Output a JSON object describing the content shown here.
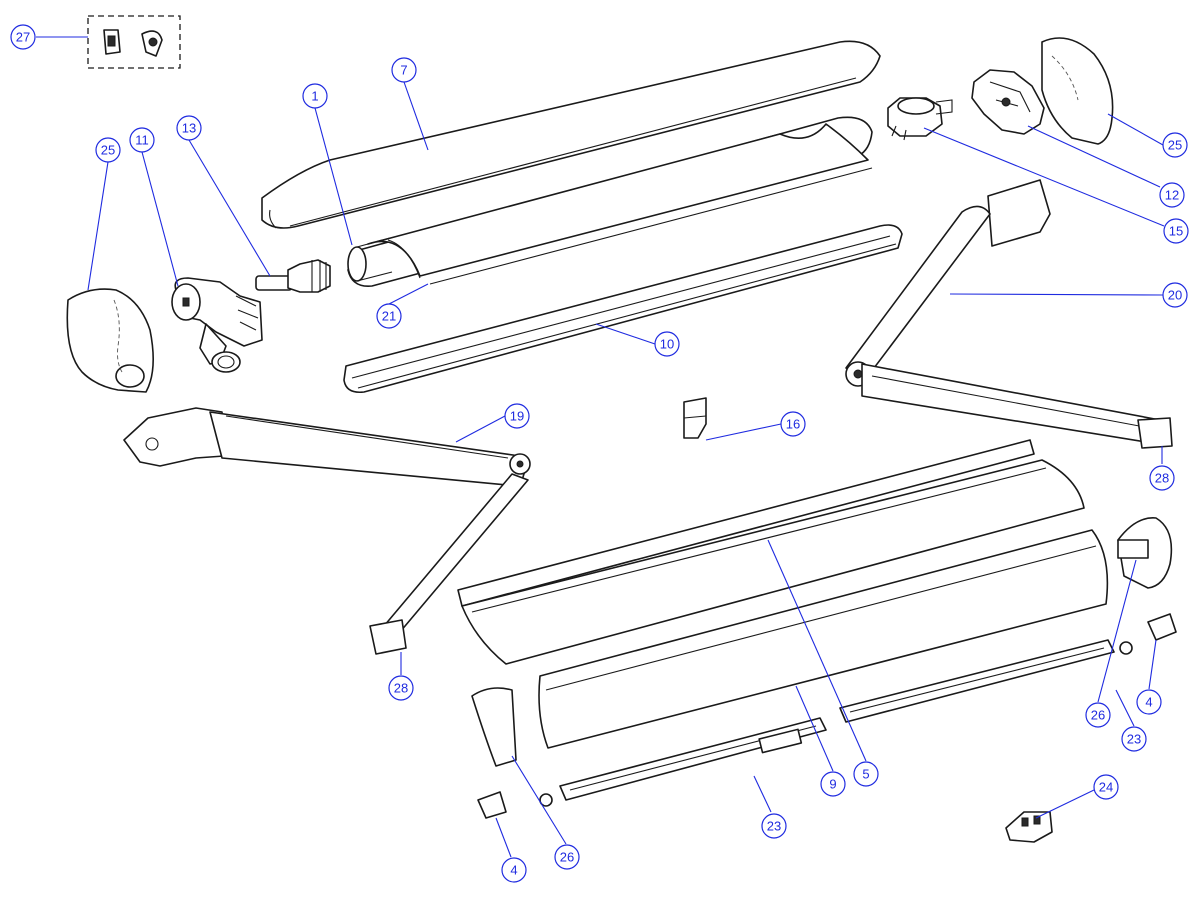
{
  "colors": {
    "callout": "#1f2be0",
    "line_art": "#1a1a1a",
    "background": "#ffffff"
  },
  "callouts": [
    {
      "id": "c27",
      "label": "27"
    },
    {
      "id": "c7",
      "label": "7"
    },
    {
      "id": "c1",
      "label": "1"
    },
    {
      "id": "c13",
      "label": "13"
    },
    {
      "id": "c11",
      "label": "11"
    },
    {
      "id": "c25a",
      "label": "25"
    },
    {
      "id": "c21",
      "label": "21"
    },
    {
      "id": "c10",
      "label": "10"
    },
    {
      "id": "c19",
      "label": "19"
    },
    {
      "id": "c16",
      "label": "16"
    },
    {
      "id": "c25b",
      "label": "25"
    },
    {
      "id": "c12",
      "label": "12"
    },
    {
      "id": "c15",
      "label": "15"
    },
    {
      "id": "c20",
      "label": "20"
    },
    {
      "id": "c28a",
      "label": "28"
    },
    {
      "id": "c28b",
      "label": "28"
    },
    {
      "id": "c5",
      "label": "5"
    },
    {
      "id": "c9",
      "label": "9"
    },
    {
      "id": "c26a",
      "label": "26"
    },
    {
      "id": "c26b",
      "label": "26"
    },
    {
      "id": "c4a",
      "label": "4"
    },
    {
      "id": "c4b",
      "label": "4"
    },
    {
      "id": "c23a",
      "label": "23"
    },
    {
      "id": "c23b",
      "label": "23"
    },
    {
      "id": "c24",
      "label": "24"
    }
  ]
}
